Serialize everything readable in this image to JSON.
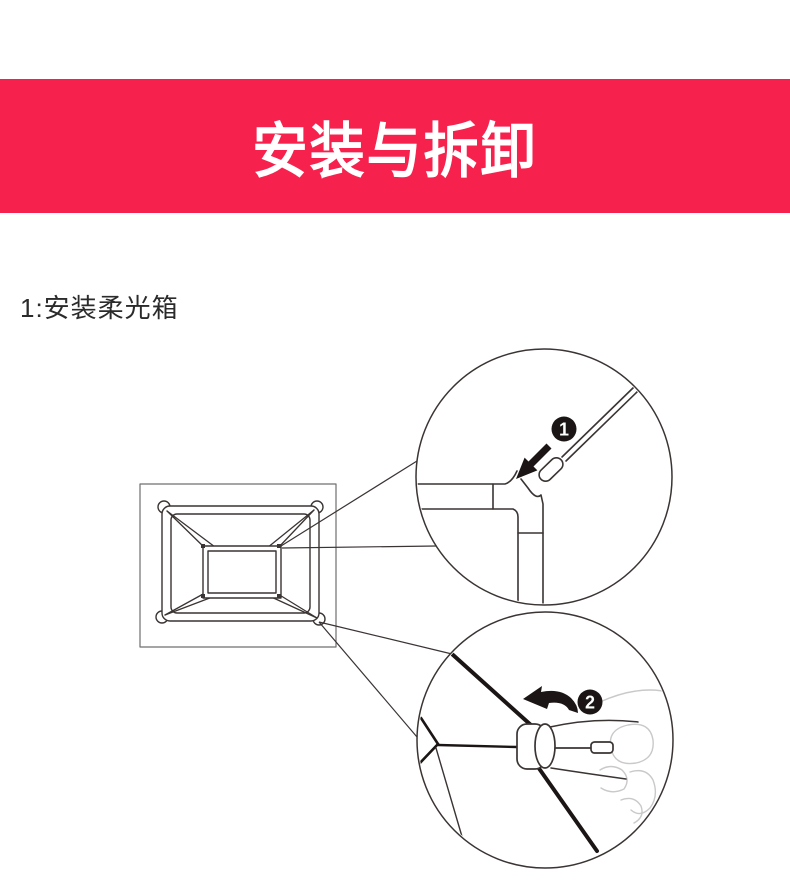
{
  "banner": {
    "title": "安装与拆卸",
    "background_color": "#F7214D",
    "text_color": "#FFFFFF"
  },
  "section": {
    "step_label": "1:安装柔光箱"
  },
  "diagram": {
    "callout_1": {
      "number": "1"
    },
    "callout_2": {
      "number": "2"
    },
    "colors": {
      "line_dark": "#3A3433",
      "line_gray": "#6F6F6F",
      "hand_gray": "#C9C9C9",
      "badge_black": "#1B1615"
    }
  }
}
